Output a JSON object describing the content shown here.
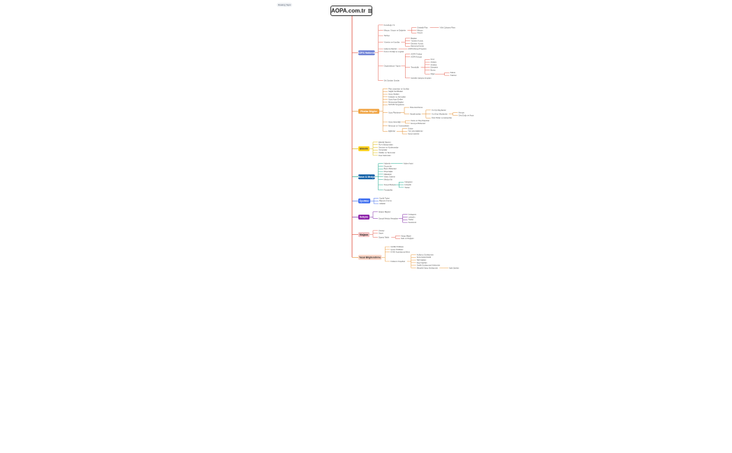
{
  "floating_label": "Floating Topic",
  "root": {
    "title": "AOPA.com.tr",
    "menu_icon": "menu-lines-icon"
  },
  "branches": [
    {
      "id": "aopa",
      "label": "AOPA Hakkında",
      "color": "#e35b4b",
      "pill": "#6f82d6",
      "children": [
        {
          "label": "Kurulduğu Yıl"
        },
        {
          "label": "Misyon, Vizyon ve Değerler",
          "children": [
            {
              "label": "Stratejik Plan",
              "children": [
                {
                  "label": "Yıllık Çalışma Planı"
                }
              ]
            },
            {
              "label": "Misyon"
            },
            {
              "label": "Vizyon"
            }
          ]
        },
        {
          "label": "Tarihçe"
        },
        {
          "label": "Yönetim ve Kurullar",
          "children": [
            {
              "label": "Başkan"
            },
            {
              "label": "Yönetim Kurulu"
            },
            {
              "label": "Denetim Kurulu"
            },
            {
              "label": "Danışma Kurulu"
            }
          ]
        },
        {
          "label": "Çalışma Alanları",
          "children": [
            {
              "label": "AOPA Dünya Programı"
            }
          ]
        },
        {
          "label": "Kurum Kimliği ve Logolar"
        },
        {
          "label": "Organizasyon Yapısı",
          "children": [
            {
              "label": "AOPA Türkiye"
            },
            {
              "label": "AOPA Avrupa"
            },
            {
              "label": "Temsilcilik",
              "children": [
                {
                  "label": "İzmir"
                },
                {
                  "label": "Ankara"
                },
                {
                  "label": "Antalya"
                },
                {
                  "label": "Eskişehir"
                },
                {
                  "label": "Bursa"
                },
                {
                  "label": "Diğer",
                  "children": [
                    {
                      "label": "Adana"
                    },
                    {
                      "label": "Trabzon"
                    }
                  ]
                }
              ]
            },
            {
              "label": "Gönüllü Çalışma Grupları"
            }
          ]
        },
        {
          "label": "Sık Sorulan Sorular"
        }
      ]
    },
    {
      "id": "pilot",
      "label": "Pilotlar Bilgiler",
      "color": "#e08a2a",
      "pill": "#f0a443",
      "children": [
        {
          "label": "Pilot Lisansları ve Sınıfları"
        },
        {
          "label": "Sağlık Sertifikaları"
        },
        {
          "label": "Uçuş Okulları"
        },
        {
          "label": "Kulüpler ve Dernekler"
        },
        {
          "label": "Uçuş Kayıt Defteri"
        },
        {
          "label": "Meteoroloji Bilgileri"
        },
        {
          "label": "NOTAM Sorgulama"
        },
        {
          "label": "Uçuş Planlama",
          "children": [
            {
              "label": "Rota Hazırlama"
            },
            {
              "label": "Havalimanları",
              "children": [
                {
                  "label": "Yurt İçi Meydanlar"
                },
                {
                  "label": "Yurt Dışı Meydanlar",
                  "children": [
                    {
                      "label": "Avrupa"
                    },
                    {
                      "label": "Orta Doğu ve Asya"
                    }
                  ]
                },
                {
                  "label": "Özel Pistler ve Heliportlar"
                }
              ]
            }
          ]
        },
        {
          "label": "Uçuş Güvenliği",
          "children": [
            {
              "label": "Kaza ve Olay Raporları"
            },
            {
              "label": "Emniyet Bültenleri"
            }
          ]
        },
        {
          "label": "Mevzuat ve Yönetmelikler"
        },
        {
          "label": "Eğitimler",
          "children": [
            {
              "label": "Online"
            },
            {
              "label": "Yüz yüze Eğitimler"
            },
            {
              "label": "Sınav Hazırlık"
            }
          ]
        }
      ]
    },
    {
      "id": "events",
      "label": "Etkinlik",
      "color": "#d9b600",
      "pill": "#ffd21f",
      "children": [
        {
          "label": "Etkinlik Takvimi"
        },
        {
          "label": "Fly-in Buluşmaları"
        },
        {
          "label": "Seminer ve Konferanslar"
        },
        {
          "label": "Yarışmalar"
        },
        {
          "label": "Ödüller ve Tanıtımlar"
        },
        {
          "label": "Fuar Katılımları"
        }
      ]
    },
    {
      "id": "news",
      "label": "Basın & Medya",
      "color": "#17a589",
      "pill": "#1562a8",
      "children": [
        {
          "label": "Haberler",
          "children": [
            {
              "label": "Haber Arşivi"
            }
          ]
        },
        {
          "label": "Duyurular"
        },
        {
          "label": "Basın Bültenleri"
        },
        {
          "label": "Röportajlar"
        },
        {
          "label": "Makaleler"
        },
        {
          "label": "Video Galerisi"
        },
        {
          "label": "Medya Kiti"
        },
        {
          "label": "Sosyal Medya",
          "children": [
            {
              "label": "Instagram"
            },
            {
              "label": "LinkedIn"
            },
            {
              "label": "Twitter"
            }
          ]
        },
        {
          "label": "Fotoğraflar"
        }
      ]
    },
    {
      "id": "member",
      "label": "Üyelikler",
      "color": "#3a66e8",
      "pill": "#3c6df0",
      "children": [
        {
          "label": "Üyelik Tipleri"
        },
        {
          "label": "Başvuru Formu"
        },
        {
          "label": "Aidatlar"
        }
      ]
    },
    {
      "id": "contact",
      "label": "İletişim",
      "color": "#7a1fa2",
      "pill": "#8e24aa",
      "children": [
        {
          "label": "İletişim Bilgileri"
        },
        {
          "label": "Sosyal Medya Hesapları",
          "children": [
            {
              "label": "Instagram"
            },
            {
              "label": "LinkedIn"
            },
            {
              "label": "Twitter"
            },
            {
              "label": "Facebook"
            }
          ]
        }
      ]
    },
    {
      "id": "store",
      "label": "Mağaza",
      "color": "#e35b4b",
      "pill": "#f2c2c2",
      "children": [
        {
          "label": "Ürünler"
        },
        {
          "label": "Sepet"
        },
        {
          "label": "Sipariş Takibi",
          "children": [
            {
              "label": "Kargo Bilgisi"
            },
            {
              "label": "İade ve Değişim"
            }
          ]
        }
      ]
    },
    {
      "id": "legal",
      "label": "Yasal Bilgilendirme",
      "color": "#e8983a",
      "pill": "#fbd4c4",
      "children": [
        {
          "label": "Gizlilik Politikası"
        },
        {
          "label": "Çerez Politikası"
        },
        {
          "label": "KVKK Aydınlatma Metni"
        },
        {
          "label": "Kullanım Koşulları",
          "children": [
            {
              "label": "Kullanıcı Sözleşmesi"
            },
            {
              "label": "Sorumluluk Reddi"
            },
            {
              "label": "Telif Hakları"
            },
            {
              "label": "Kayıt Şartları"
            },
            {
              "label": "Üyelik Sözleşmesi Hükümleri"
            },
            {
              "label": "Mesafeli Satış Sözleşmesi",
              "children": [
                {
                  "label": "İade Şartları"
                }
              ]
            }
          ]
        }
      ]
    }
  ]
}
